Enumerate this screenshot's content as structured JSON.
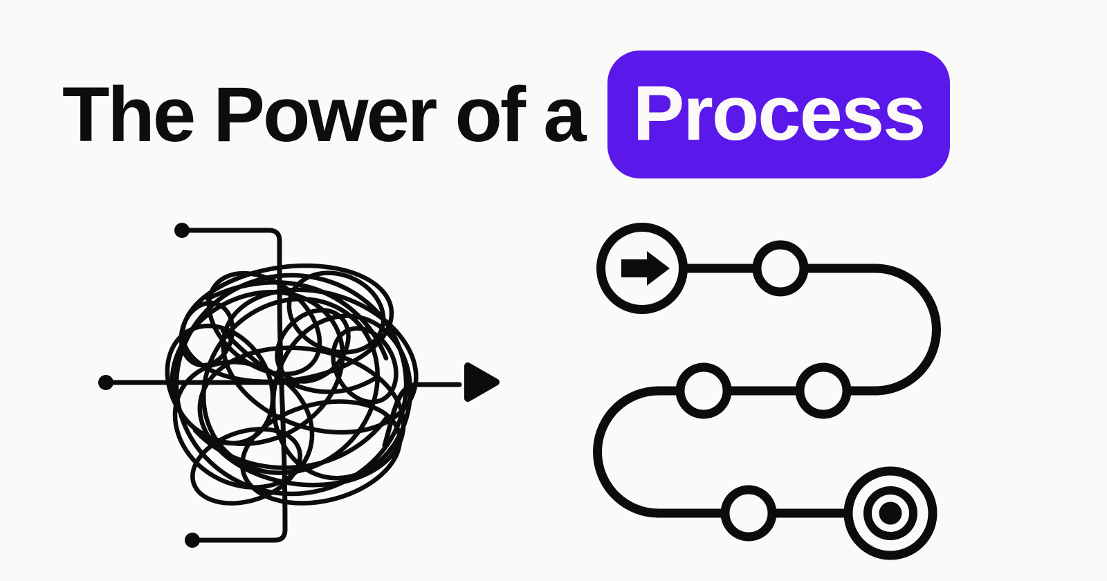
{
  "canvas": {
    "background_color": "#fafaf8",
    "ink_color": "#0c0c0c"
  },
  "title": {
    "prefix": "The Power of a",
    "highlight": "Process",
    "highlight_background": "#5a18ea",
    "highlight_text_color": "#fbfaf8"
  },
  "illustrations": {
    "chaos": {
      "name": "tangled-scribble"
    },
    "process": {
      "name": "ordered-process-path"
    }
  }
}
